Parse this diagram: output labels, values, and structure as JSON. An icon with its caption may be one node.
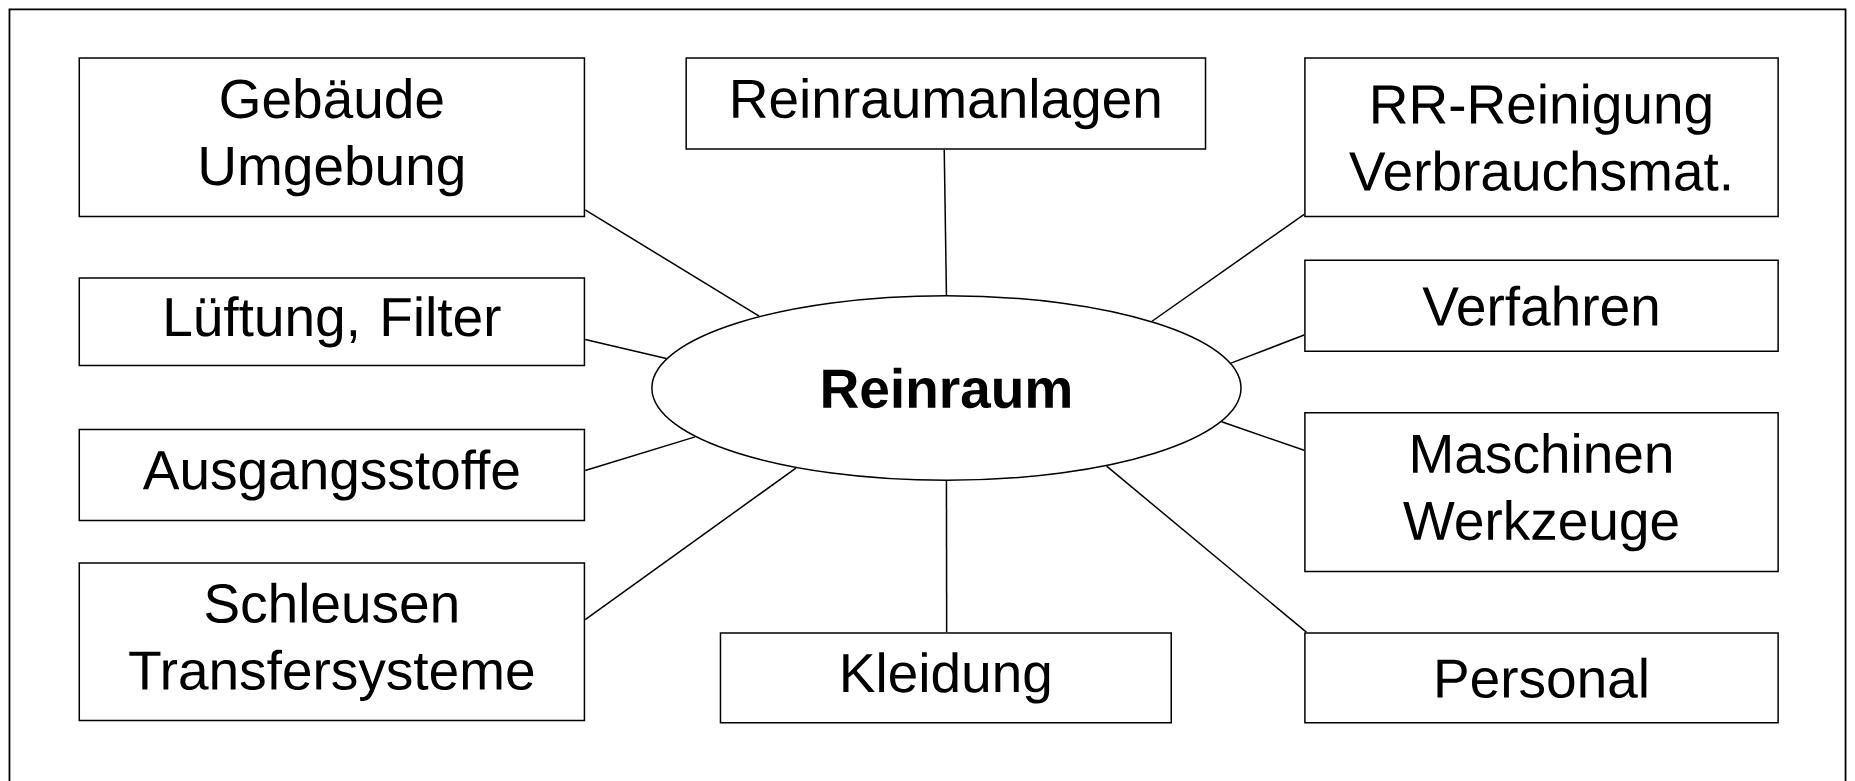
{
  "diagram": {
    "nodes": [
      {
        "text": [
          "Gebäude Umgebung"
        ]
      },
      {
        "text": [
          "Reinraumanlagen"
        ]
      },
      {
        "text": [
          "RR-Reinigung Verbrauchsmat."
        ]
      },
      {
        "text": [
          "Lüftung, Filter"
        ]
      },
      {
        "text": [
          "Verfahren"
        ]
      },
      {
        "text": [
          "Reinraum"
        ]
      },
      {
        "text": [
          "Ausgangsstoffe"
        ]
      },
      {
        "text": [
          "Maschinen Werkzeuge"
        ]
      },
      {
        "text": [
          "Schleusen Transfersysteme"
        ]
      },
      {
        "text": [
          "Kleidung"
        ]
      },
      {
        "text": [
          "Personal"
        ]
      }
    ],
    "edges": [
      {
        "from": 5,
        "to": 0,
        "arrow": "none"
      },
      {
        "from": 5,
        "to": 1,
        "arrow": "none"
      },
      {
        "from": 5,
        "to": 2,
        "arrow": "none"
      },
      {
        "from": 5,
        "to": 3,
        "arrow": "none"
      },
      {
        "from": 5,
        "to": 4,
        "arrow": "none"
      },
      {
        "from": 5,
        "to": 6,
        "arrow": "none"
      },
      {
        "from": 5,
        "to": 7,
        "arrow": "none"
      },
      {
        "from": 5,
        "to": 8,
        "arrow": "none"
      },
      {
        "from": 5,
        "to": 9,
        "arrow": "none"
      },
      {
        "from": 5,
        "to": 10,
        "arrow": "none"
      }
    ]
  }
}
